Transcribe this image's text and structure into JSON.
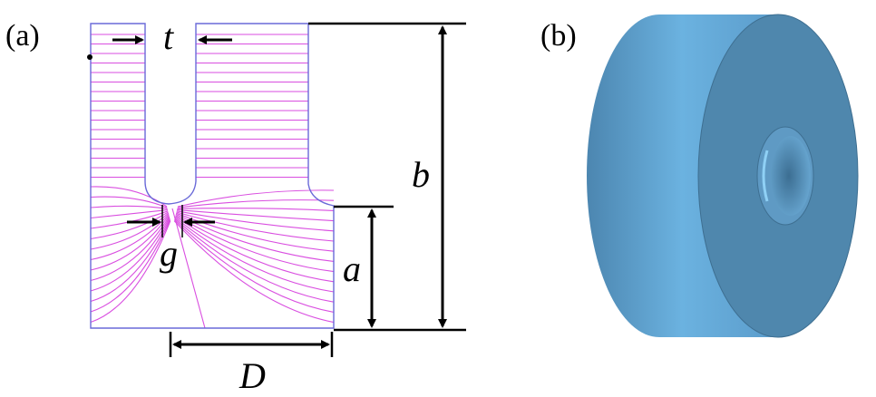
{
  "panels": {
    "a": {
      "label": "(a)"
    },
    "b": {
      "label": "(b)"
    }
  },
  "dimensions": {
    "t": "t",
    "g": "g",
    "a": "a",
    "b": "b",
    "D": "D"
  },
  "colors": {
    "outline": "#6a6ad8",
    "field_lines": "#d94ee0",
    "arrows": "#000000",
    "cylinder_face": "#4f87ad",
    "cylinder_side": "#5b9ccb",
    "cylinder_edge": "#3e6f91"
  }
}
